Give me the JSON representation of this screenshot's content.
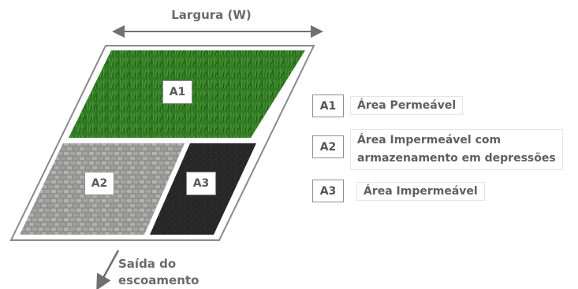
{
  "dimension": {
    "width_label": "Largura (W)"
  },
  "outflow": {
    "line1": "Saída do",
    "line2": "escoamento"
  },
  "areas": [
    {
      "tag": "A1",
      "surface": "grass"
    },
    {
      "tag": "A2",
      "surface": "pavers"
    },
    {
      "tag": "A3",
      "surface": "asphalt"
    }
  ],
  "legend": [
    {
      "key": "A1",
      "text_lines": [
        "Área Permeável"
      ]
    },
    {
      "key": "A2",
      "text_lines": [
        "Área Impermeável com",
        "armazenamento em depressões"
      ]
    },
    {
      "key": "A3",
      "text_lines": [
        "Área Impermeável"
      ]
    }
  ],
  "colors": {
    "grass": "#2f7a22",
    "grass_dark": "#1d5214",
    "pavers": "#9a9a98",
    "pavers_dark": "#6f6f6d",
    "asphalt": "#262626",
    "frame": "#8a8a8a",
    "arrow": "#707070"
  }
}
